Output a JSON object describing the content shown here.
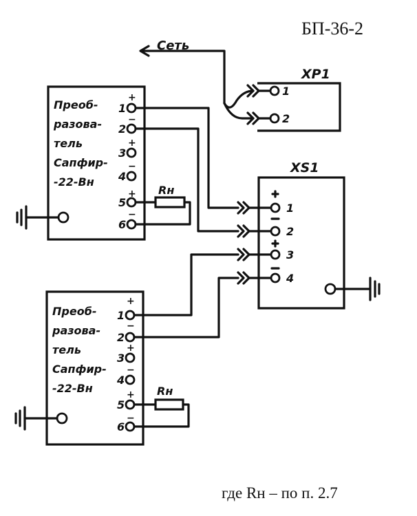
{
  "title": "БП-36-2",
  "network_label": "Сеть",
  "plug": {
    "name": "XP1",
    "pins": [
      "1",
      "2"
    ]
  },
  "socket": {
    "name": "XS1",
    "pins": [
      "1",
      "2",
      "3",
      "4"
    ],
    "signs": [
      "+",
      "−",
      "+",
      "−"
    ]
  },
  "converters": [
    {
      "label_lines": [
        "Преоб-",
        "разова-",
        "тель",
        "Сапфир-",
        "-22-Вн"
      ],
      "pins": [
        "1",
        "2",
        "3",
        "4",
        "5",
        "6"
      ],
      "signs": [
        "+",
        "−",
        "+",
        "−",
        "+",
        "−"
      ],
      "resistor": "Rн"
    },
    {
      "label_lines": [
        "Преоб-",
        "разова-",
        "тель",
        "Сапфир-",
        "-22-Вн"
      ],
      "pins": [
        "1",
        "2",
        "3",
        "4",
        "5",
        "6"
      ],
      "signs": [
        "+",
        "−",
        "+",
        "−",
        "+",
        "−"
      ],
      "resistor": "Rн"
    }
  ],
  "footnote": "где Rн – по п. 2.7"
}
